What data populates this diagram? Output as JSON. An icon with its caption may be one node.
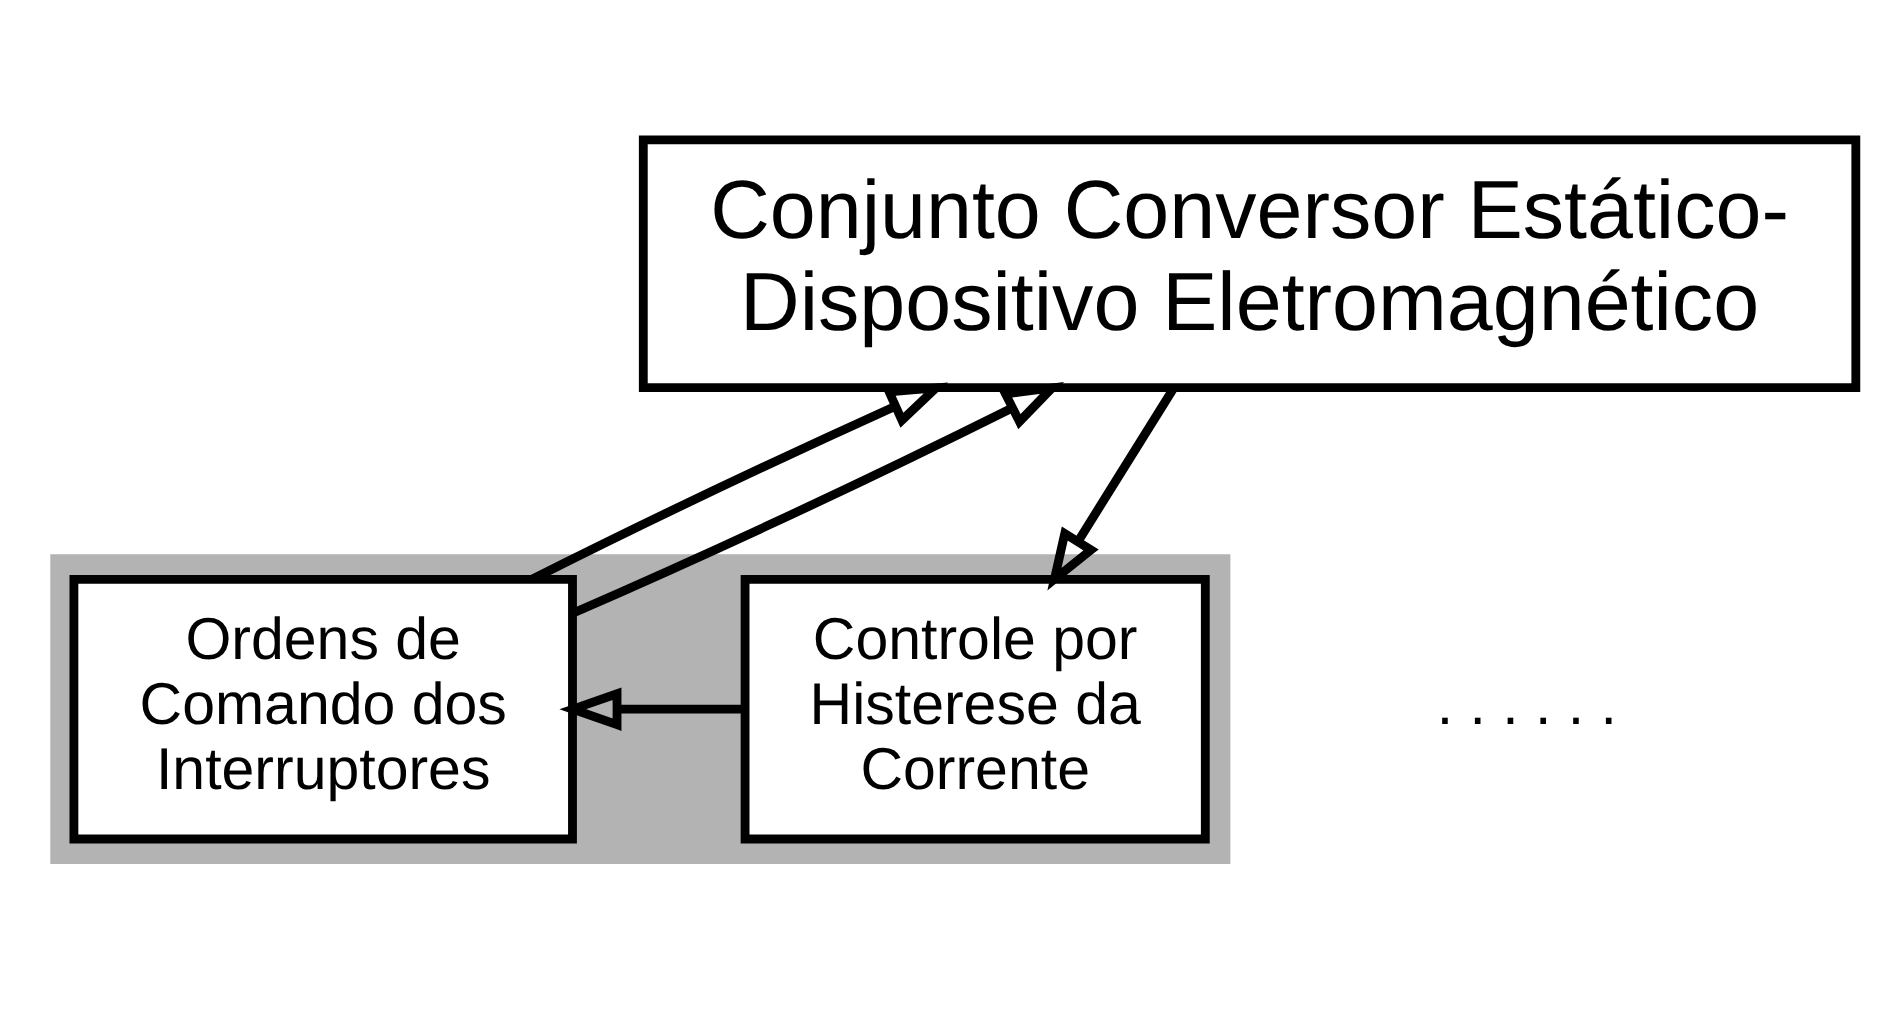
{
  "diagram": {
    "nodes": [
      {
        "text": [
          "Conjunto Conversor Estático- Dispositivo Eletromagnético"
        ]
      },
      {
        "text": [],
        "shape": "box"
      },
      {
        "text": [
          "Ordens de Comando dos Interruptores"
        ],
        "in": 1
      },
      {
        "text": [
          "Controle por Histerese da Corrente"
        ],
        "in": 1
      }
    ],
    "edges": [
      {
        "from": 2,
        "to": 0,
        "arrow": "to"
      },
      {
        "from": 2,
        "to": 0,
        "arrow": "to"
      },
      {
        "from": 0,
        "to": 3,
        "arrow": "to"
      },
      {
        "from": 3,
        "to": 2,
        "arrow": "to"
      }
    ],
    "labels": [
      ". . . . . ."
    ]
  }
}
